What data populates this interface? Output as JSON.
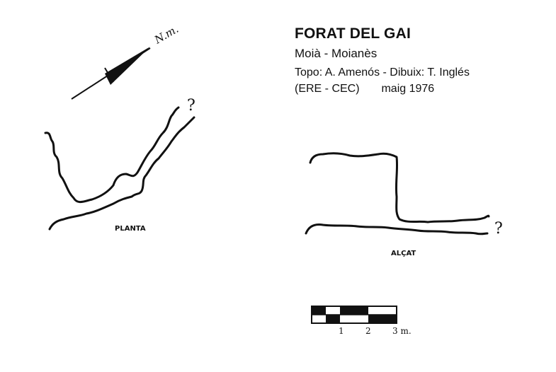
{
  "header": {
    "title": "FORAT DEL GAI",
    "location": "Moià - Moianès",
    "credits_line1": "Topo: A. Amenós  - Dibuix: T. Inglés",
    "credits_group": "(ERE - CEC)",
    "credits_date": "maig 1976"
  },
  "north_arrow": {
    "label": "N.m."
  },
  "plan_view": {
    "label": "PLANTA",
    "unknown_mark": "?"
  },
  "section_view": {
    "label": "ALÇAT",
    "unknown_mark": "?"
  },
  "scale_bar": {
    "ticks": [
      "1",
      "2",
      "3 m."
    ]
  },
  "colors": {
    "ink": "#111111",
    "paper": "#ffffff"
  }
}
